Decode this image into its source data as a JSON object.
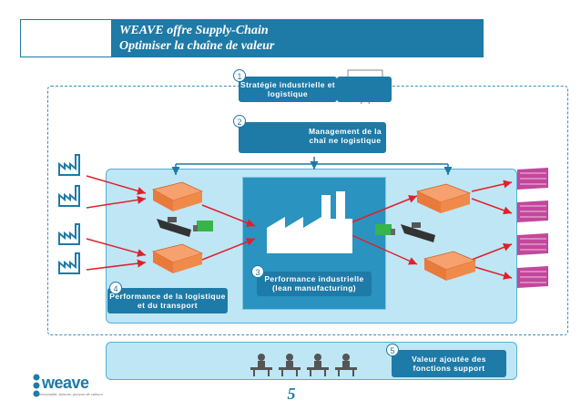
{
  "header": {
    "line1": "WEAVE offre Supply-Chain",
    "line2": "Optimiser la chaîne de valeur"
  },
  "boxes": [
    {
      "number": "1",
      "label": "Stratégie industrielle et logistique"
    },
    {
      "number": "2",
      "label": "Management de la chaî ne logistique"
    },
    {
      "number": "3",
      "label": "Performance industrielle (lean manufacturing)"
    },
    {
      "number": "4",
      "label": "Performance de la logistique et du transport"
    },
    {
      "number": "5",
      "label": "Valeur ajoutée des fonctions support"
    }
  ],
  "page_number": "5",
  "logo": {
    "name": "weave",
    "tagline": "Personnalité, liaisons, pouvoir de valeurs"
  },
  "colors": {
    "primary_blue": "#1e7aa6",
    "light_panel": "#bfe6f5",
    "arrow_red": "#e0202a",
    "warehouse_orange": "#f08a4b",
    "product_pink": "#c3479c",
    "truck_green": "#38b449"
  },
  "icons": [
    "factory-icon",
    "warehouse-icon",
    "ship-icon",
    "truck-icon",
    "product-roll-icon",
    "presentation-board-icon",
    "gears-image",
    "office-worker-icon"
  ]
}
